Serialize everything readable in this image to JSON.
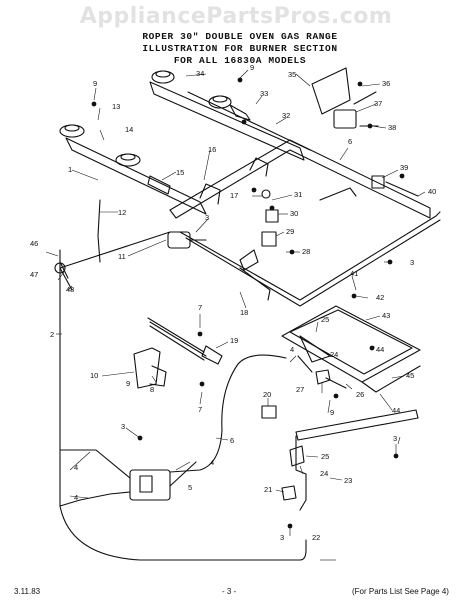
{
  "watermark": "AppliancePartsPros.com",
  "title_lines": [
    "ROPER 30\" DOUBLE OVEN GAS RANGE",
    "ILLUSTRATION FOR BURNER SECTION",
    "FOR ALL 16830A MODELS"
  ],
  "footer": {
    "date": "3.11.83",
    "page": "- 3 -",
    "note": "(For Parts List See Page 4)"
  },
  "callouts": [
    {
      "id": "c1",
      "text": "1"
    },
    {
      "id": "c2",
      "text": "2"
    },
    {
      "id": "c3a",
      "text": "3"
    },
    {
      "id": "c3b",
      "text": "3"
    },
    {
      "id": "c3c",
      "text": "3"
    },
    {
      "id": "c3d",
      "text": "3"
    },
    {
      "id": "c3e",
      "text": "3"
    },
    {
      "id": "c4a",
      "text": "4"
    },
    {
      "id": "c4b",
      "text": "4"
    },
    {
      "id": "c4c",
      "text": "4"
    },
    {
      "id": "c4d",
      "text": "4"
    },
    {
      "id": "c5",
      "text": "5"
    },
    {
      "id": "c6a",
      "text": "6"
    },
    {
      "id": "c6b",
      "text": "6"
    },
    {
      "id": "c7a",
      "text": "7"
    },
    {
      "id": "c7b",
      "text": "7"
    },
    {
      "id": "c8",
      "text": "8"
    },
    {
      "id": "c9a",
      "text": "9"
    },
    {
      "id": "c9b",
      "text": "9"
    },
    {
      "id": "c9c",
      "text": "9"
    },
    {
      "id": "c9d",
      "text": "9"
    },
    {
      "id": "c10",
      "text": "10"
    },
    {
      "id": "c11",
      "text": "11"
    },
    {
      "id": "c12",
      "text": "12"
    },
    {
      "id": "c13",
      "text": "13"
    },
    {
      "id": "c14",
      "text": "14"
    },
    {
      "id": "c15",
      "text": "15"
    },
    {
      "id": "c16",
      "text": "16"
    },
    {
      "id": "c17",
      "text": "17"
    },
    {
      "id": "c18",
      "text": "18"
    },
    {
      "id": "c19",
      "text": "19"
    },
    {
      "id": "c20",
      "text": "20"
    },
    {
      "id": "c21",
      "text": "21"
    },
    {
      "id": "c22",
      "text": "22"
    },
    {
      "id": "c23",
      "text": "23"
    },
    {
      "id": "c24a",
      "text": "24"
    },
    {
      "id": "c24b",
      "text": "24"
    },
    {
      "id": "c25a",
      "text": "25"
    },
    {
      "id": "c25b",
      "text": "25"
    },
    {
      "id": "c26",
      "text": "26"
    },
    {
      "id": "c27",
      "text": "27"
    },
    {
      "id": "c28",
      "text": "28"
    },
    {
      "id": "c29",
      "text": "29"
    },
    {
      "id": "c30",
      "text": "30"
    },
    {
      "id": "c31",
      "text": "31"
    },
    {
      "id": "c32",
      "text": "32"
    },
    {
      "id": "c33",
      "text": "33"
    },
    {
      "id": "c34",
      "text": "34"
    },
    {
      "id": "c35",
      "text": "35"
    },
    {
      "id": "c36",
      "text": "36"
    },
    {
      "id": "c37",
      "text": "37"
    },
    {
      "id": "c38",
      "text": "38"
    },
    {
      "id": "c39",
      "text": "39"
    },
    {
      "id": "c40",
      "text": "40"
    },
    {
      "id": "c41",
      "text": "41"
    },
    {
      "id": "c42",
      "text": "42"
    },
    {
      "id": "c43",
      "text": "43"
    },
    {
      "id": "c44a",
      "text": "44"
    },
    {
      "id": "c44b",
      "text": "44"
    },
    {
      "id": "c45",
      "text": "45"
    },
    {
      "id": "c46",
      "text": "46"
    },
    {
      "id": "c47",
      "text": "47"
    },
    {
      "id": "c48",
      "text": "48"
    }
  ]
}
